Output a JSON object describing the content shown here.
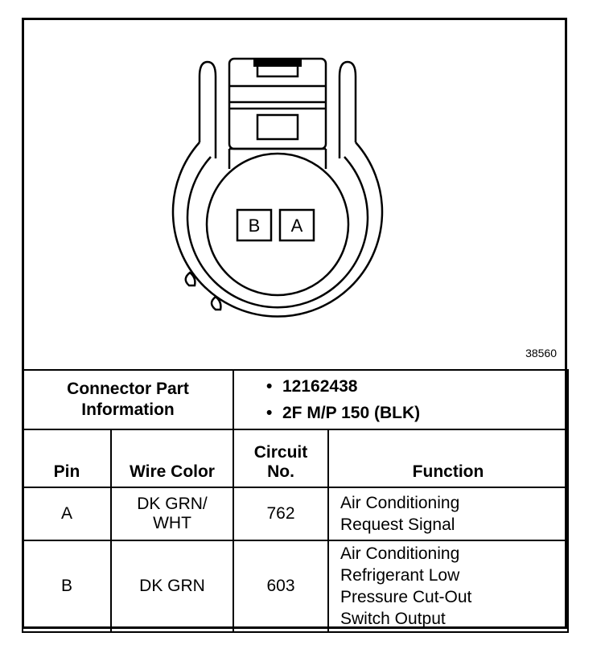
{
  "figure_number": "38560",
  "connector": {
    "pin_labels": [
      "B",
      "A"
    ]
  },
  "table": {
    "info_label_line1": "Connector Part",
    "info_label_line2": "Information",
    "part_numbers": [
      "12162438",
      "2F M/P 150 (BLK)"
    ],
    "headers": {
      "pin": "Pin",
      "wire_color": "Wire Color",
      "circuit_line1": "Circuit",
      "circuit_line2": "No.",
      "function": "Function"
    },
    "rows": [
      {
        "pin": "A",
        "wire_color_lines": [
          "DK GRN/",
          "WHT"
        ],
        "circuit": "762",
        "function_lines": [
          "Air Conditioning",
          "Request Signal"
        ]
      },
      {
        "pin": "B",
        "wire_color_lines": [
          "DK GRN"
        ],
        "circuit": "603",
        "function_lines": [
          "Air Conditioning",
          "Refrigerant Low",
          "Pressure Cut-Out",
          "Switch Output"
        ]
      }
    ]
  }
}
